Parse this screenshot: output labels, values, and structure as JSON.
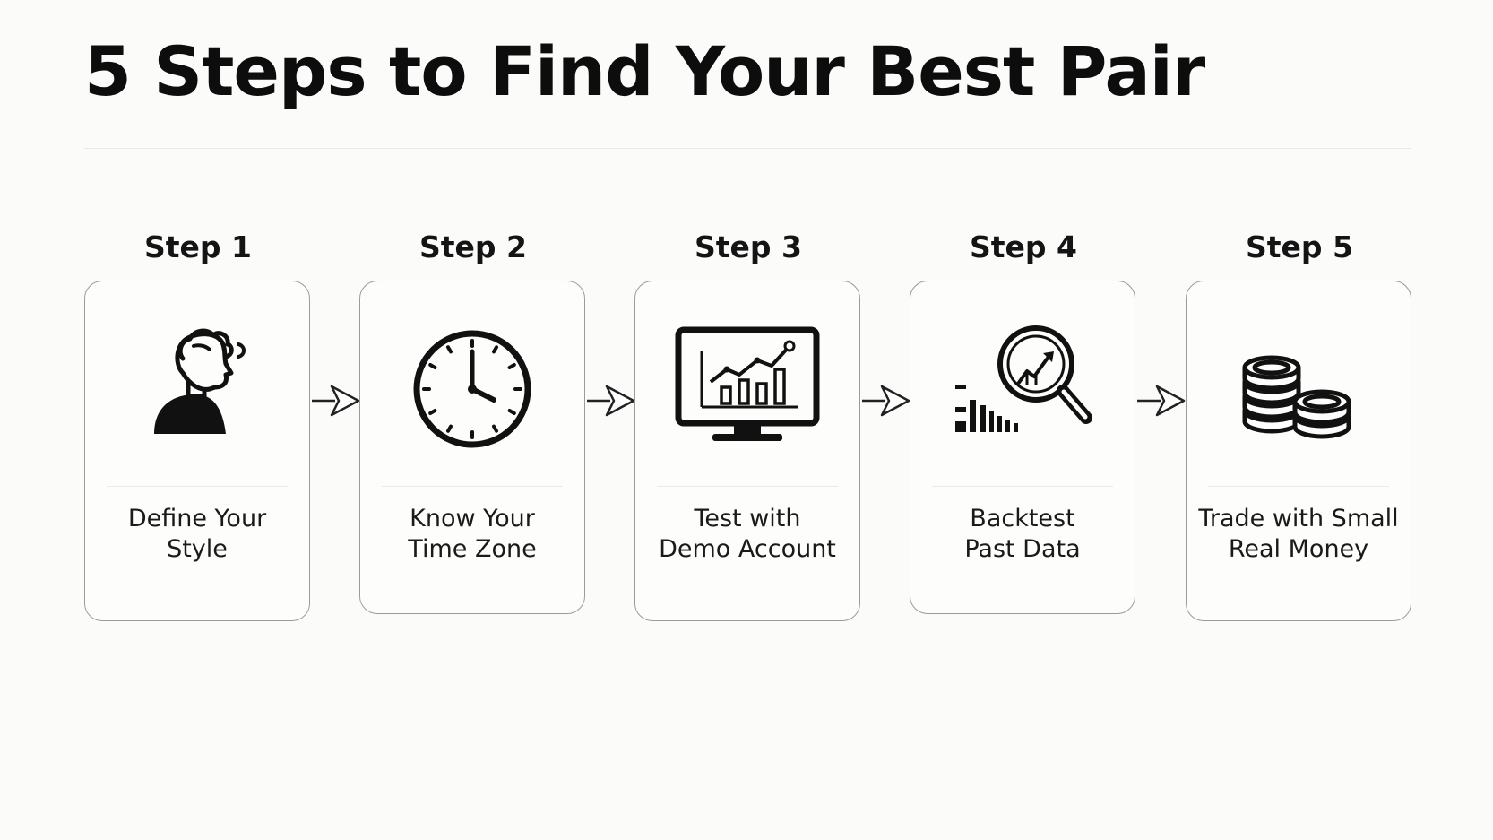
{
  "title": "5 Steps to Find Your Best Pair",
  "steps": [
    {
      "label": "Step 1",
      "icon": "person-thinking-icon",
      "text_line1": "Define Your",
      "text_line2": "Style"
    },
    {
      "label": "Step 2",
      "icon": "clock-icon",
      "text_line1": "Know Your",
      "text_line2": "Time Zone"
    },
    {
      "label": "Step 3",
      "icon": "monitor-chart-icon",
      "text_line1": "Test with",
      "text_line2": "Demo Account"
    },
    {
      "label": "Step 4",
      "icon": "magnifier-chart-icon",
      "text_line1": "Backtest",
      "text_line2": "Past Data"
    },
    {
      "label": "Step 5",
      "icon": "coins-icon",
      "text_line1": "Trade with Small",
      "text_line2": "Real Money"
    }
  ],
  "colors": {
    "background": "#fbfbfa",
    "ink": "#111111",
    "card_border": "#9b9b9b"
  }
}
